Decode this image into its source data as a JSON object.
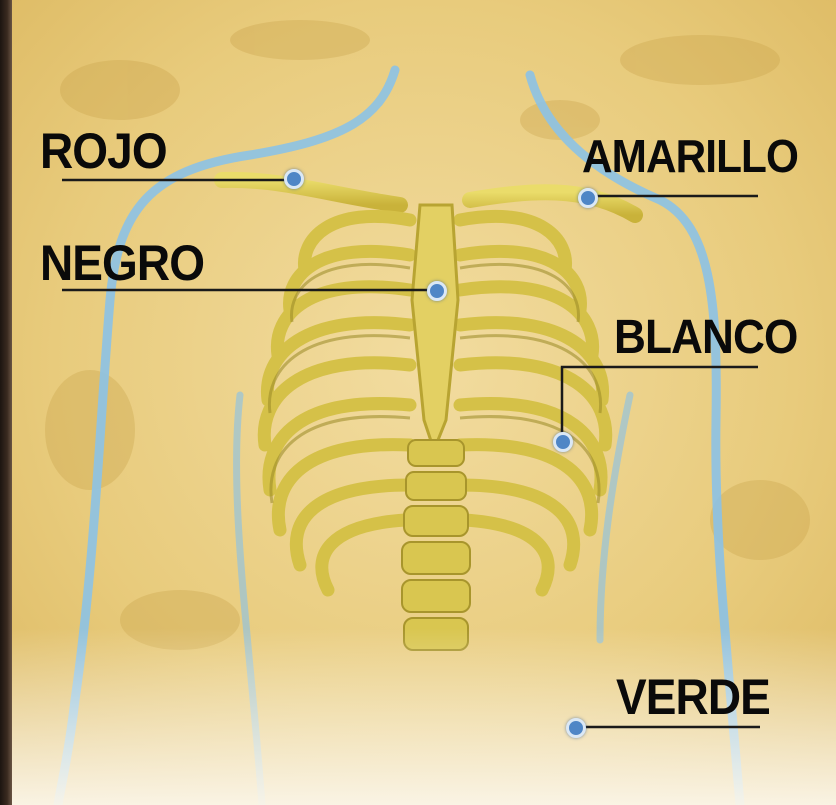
{
  "electrodes": [
    {
      "id": "rojo",
      "label": "ROJO",
      "color": "#d62828"
    },
    {
      "id": "amarillo",
      "label": "AMARILLO",
      "color": "#f2c80f"
    },
    {
      "id": "negro",
      "label": "NEGRO",
      "color": "#111111"
    },
    {
      "id": "blanco",
      "label": "BLANCO",
      "color": "#ffffff"
    },
    {
      "id": "verde",
      "label": "VERDE",
      "color": "#2a9d3f"
    }
  ],
  "colors": {
    "parchment": "#e9cf88",
    "bone": "#d8c448",
    "bone_shadow": "#9a8a26",
    "body_outline": "#8cc2e6",
    "electrode_dot": "#4f86c6",
    "label_text": "#0a0a0a"
  },
  "illustration": {
    "subject": "rib-cage-with-spine",
    "icons": [
      "rib-cage-icon",
      "spine-icon",
      "body-outline-icon",
      "electrode-dot-icon"
    ]
  }
}
